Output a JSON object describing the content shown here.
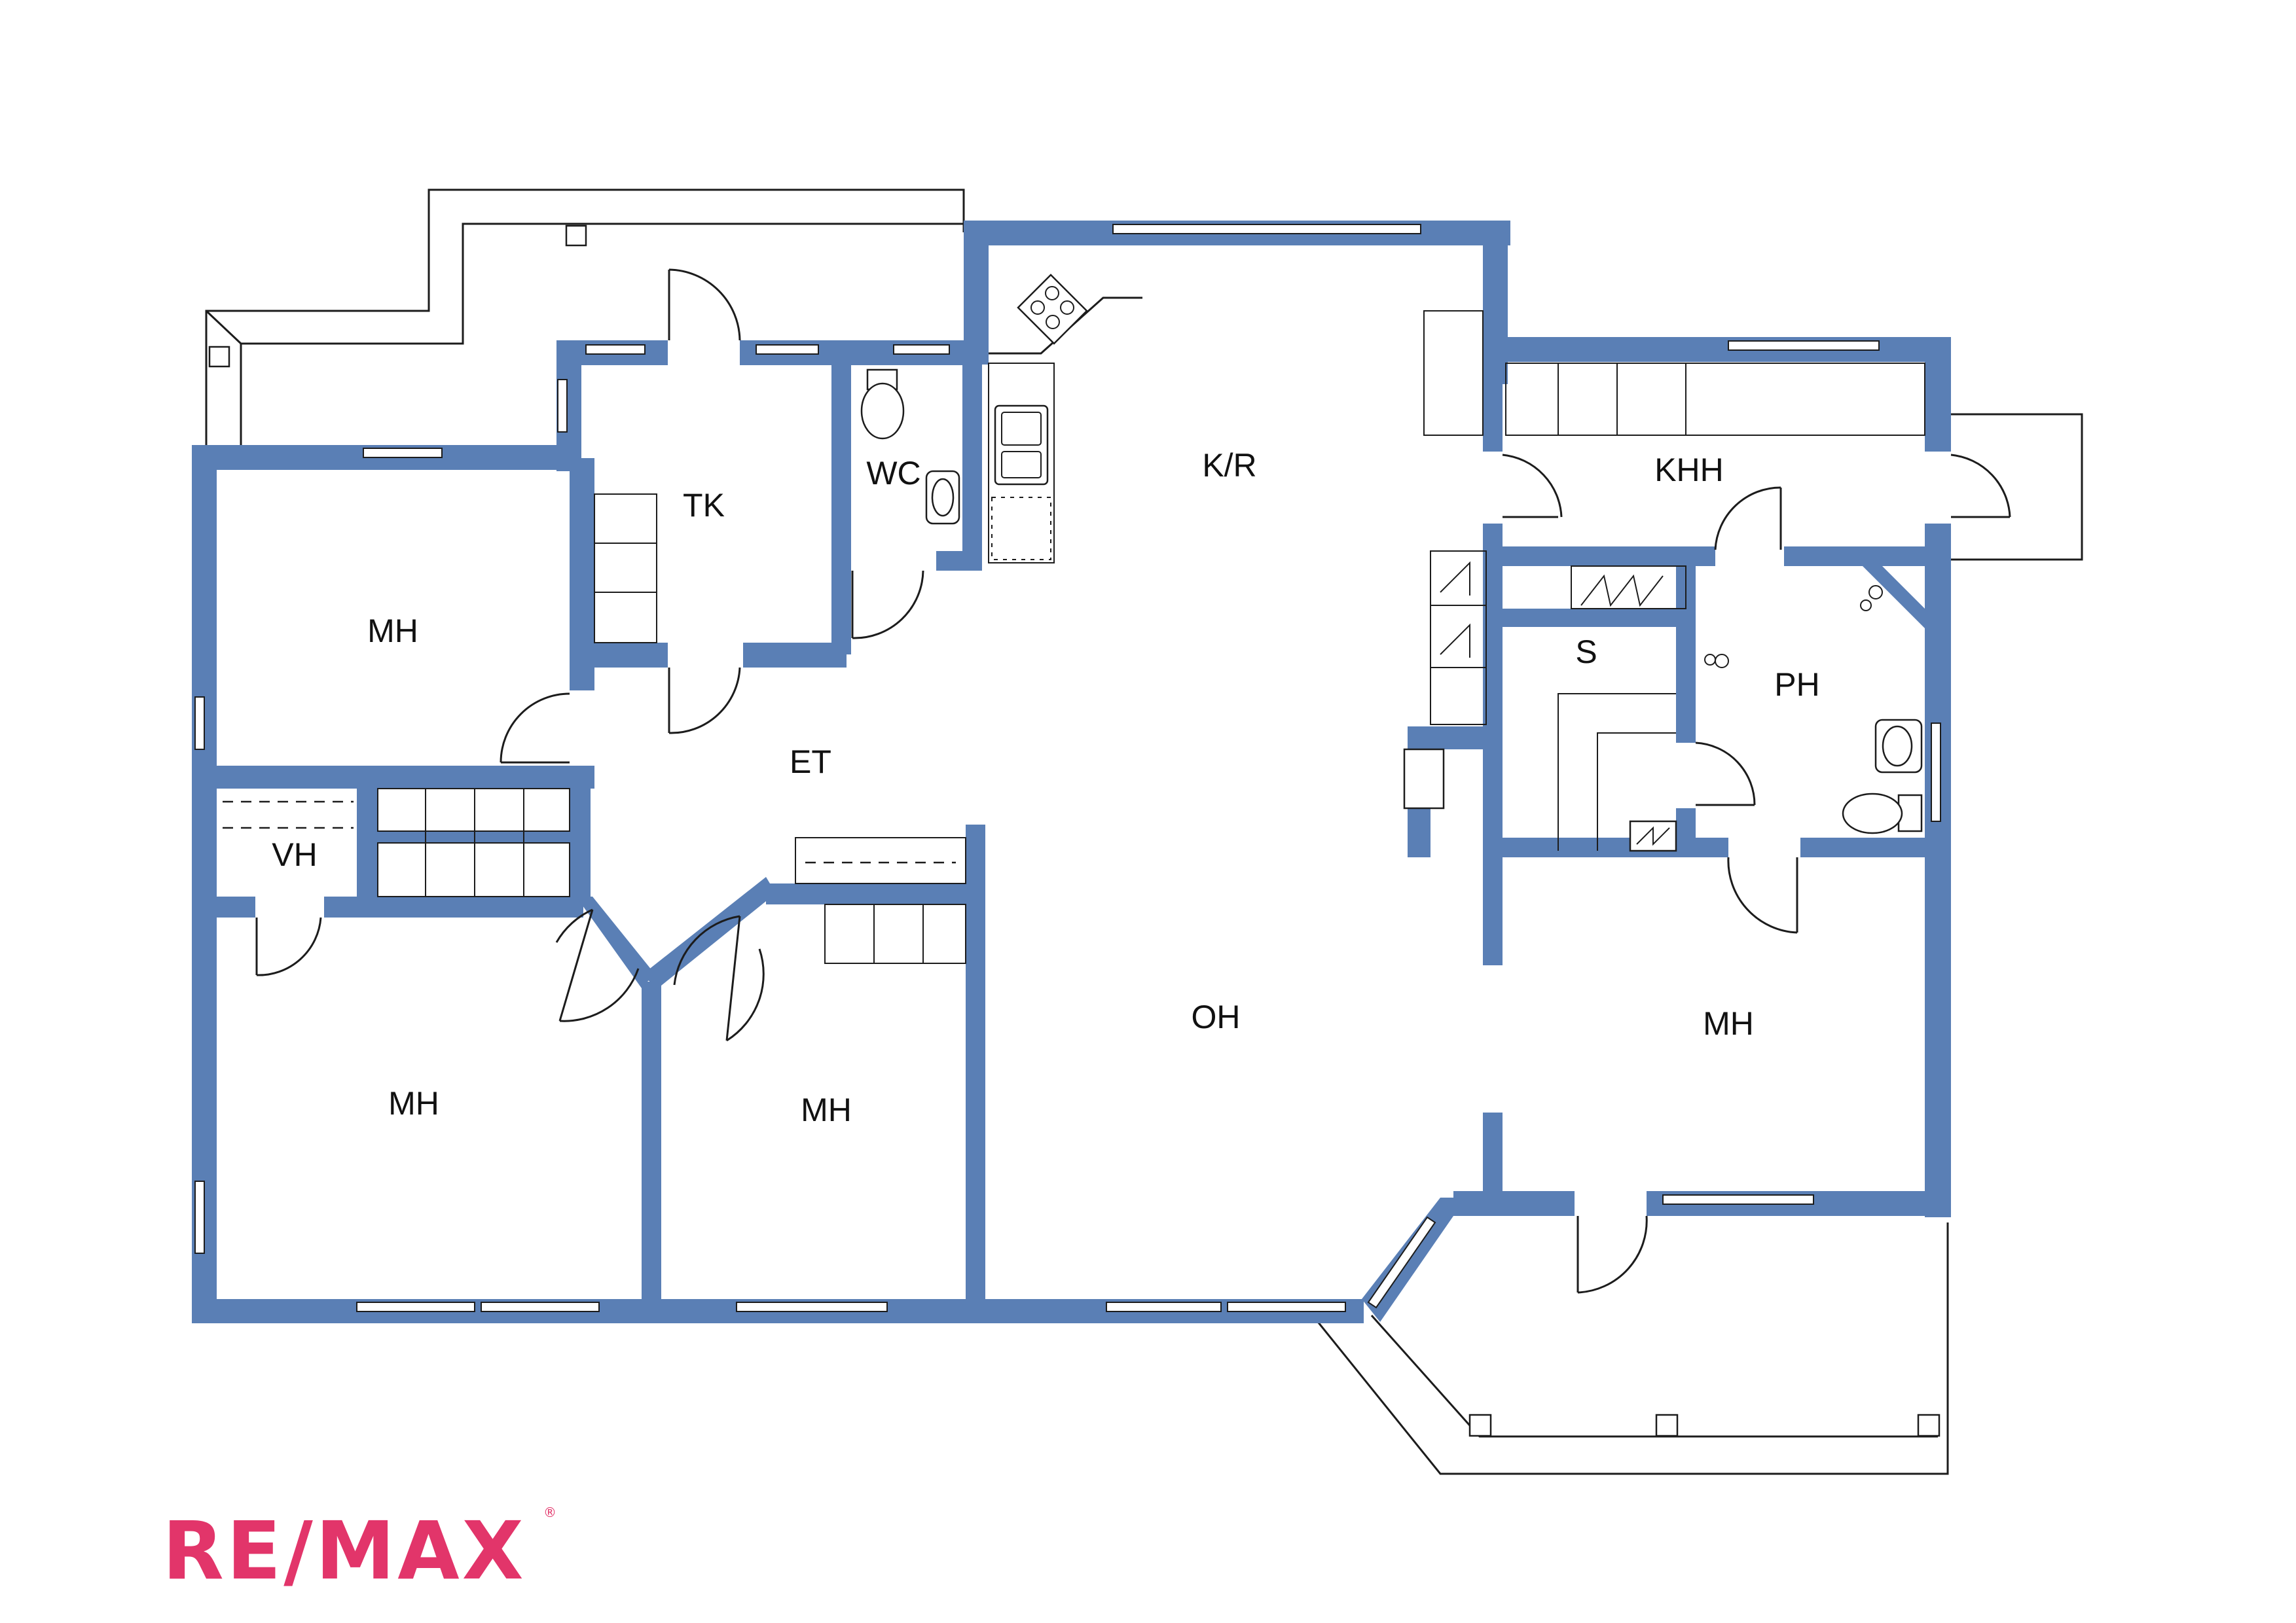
{
  "rooms": {
    "kr": "K/R",
    "tk": "TK",
    "wc": "WC",
    "khh": "KHH",
    "mh_top_left": "MH",
    "et": "ET",
    "s": "S",
    "ph": "PH",
    "vh": "VH",
    "oh": "OH",
    "mh_right": "MH",
    "mh_bottom_left": "MH",
    "mh_bottom_mid": "MH"
  },
  "logo": {
    "text": "RE/MAX",
    "mark": "®",
    "color": "#e2356a"
  },
  "colors": {
    "wall": "#5a7fb5",
    "line": "#1c1c1c"
  }
}
